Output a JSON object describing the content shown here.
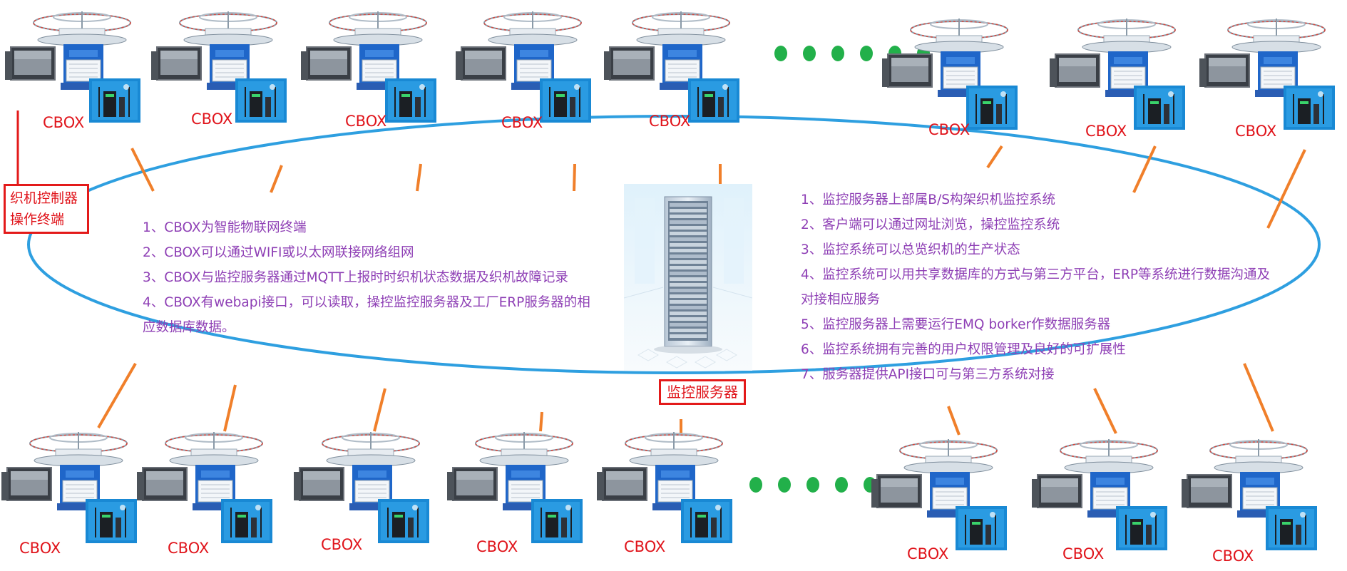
{
  "cbox_label": "CBOX",
  "terminal_label": {
    "line1": "织机控制器",
    "line2": "操作终端"
  },
  "server_label": "监控服务器",
  "left_notes": [
    "1、CBOX为智能物联网终端",
    "2、CBOX可以通过WIFI或以太网联接网络组网",
    "3、CBOX与监控服务器通过MQTT上报时时织机状态数据及织机故障记录",
    "4、CBOX有webapi接口，可以读取，操控监控服务器及工厂ERP服务器的相应数据库数据。"
  ],
  "right_notes": [
    "1、监控服务器上部属B/S构架织机监控系统",
    "2、客户端可以通过网址浏览，操控监控系统",
    "3、监控系统可以总览织机的生产状态",
    "4、监控系统可以用共享数据库的方式与第三方平台，ERP等系统进行数据沟通及对接相应服务",
    "5、监控服务器上需要运行EMQ borker作数据服务器",
    "6、监控系统拥有完善的用户权限管理及良好的可扩展性",
    "7、服务器提供API接口可与第三方系统对接"
  ],
  "colors": {
    "ellipse": "#2e9fe0",
    "connector": "#f07f2a",
    "label_red": "#e0141b",
    "note_purple": "#8e3fb5",
    "dots_green": "#22b04a"
  }
}
